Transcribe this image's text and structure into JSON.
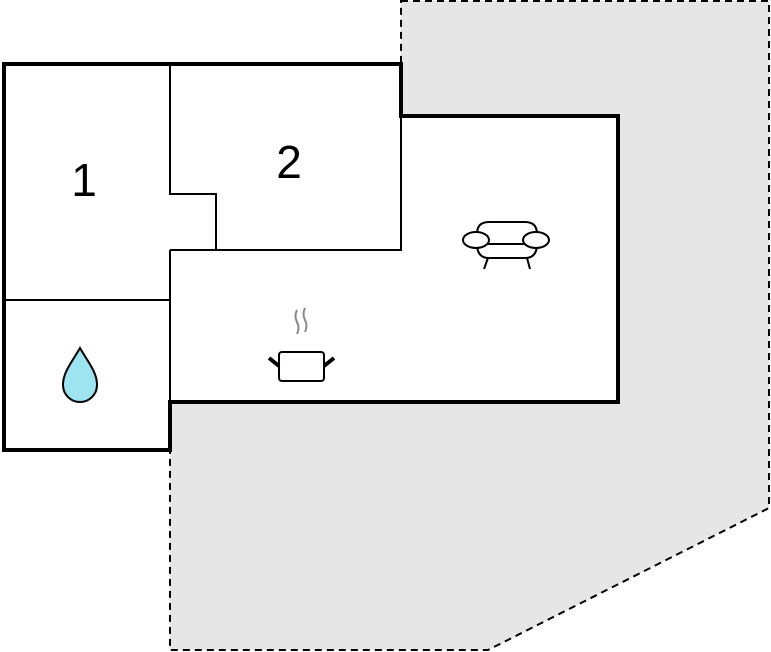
{
  "rooms": [
    {
      "label": "1",
      "type": "bedroom"
    },
    {
      "label": "2",
      "type": "bedroom"
    }
  ],
  "icons": {
    "bathroom": "water-drop-icon",
    "kitchen": "cooking-pot-icon",
    "living": "sofa-icon"
  },
  "colors": {
    "outdoor_area": "#e6e6e6",
    "wall": "#000000",
    "water_drop": "#9ee4f0"
  }
}
